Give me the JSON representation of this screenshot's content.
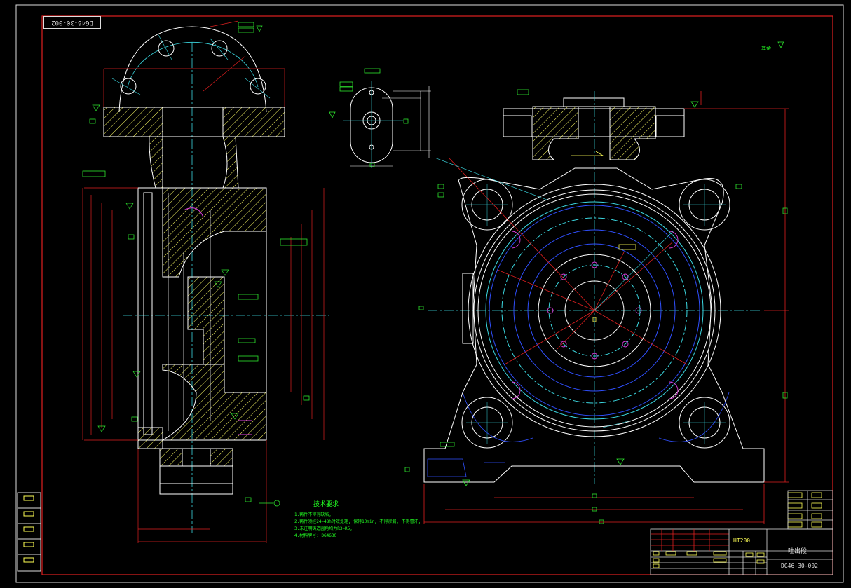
{
  "drawing": {
    "code_rotated": "DG46-30-002",
    "top_right_mark": "其余",
    "technical_requirements": {
      "title": "技术要求",
      "items": [
        "1.铸件不得有缺陷;",
        "2.铸件须经24~48h时效处理, 保持10min, 不得渗漏, 不得冒汗;",
        "3.未注明铸造圆角均为R3~R5;",
        "4.材料牌号: DG4630"
      ]
    },
    "title_block": {
      "material": "HT200",
      "part_name": "吐出段",
      "drawing_no": "DG46-30-002"
    }
  },
  "colors": {
    "background": "#000000",
    "frame": "#e02020",
    "outline": "#ffffff",
    "dimension": "#2ee82e",
    "section_hatch": "#ffff66",
    "center": "#3bd7e0",
    "hidden": "#3050ff",
    "accent": "#e040e0"
  },
  "icons": [
    "roughness-symbol-icon"
  ]
}
